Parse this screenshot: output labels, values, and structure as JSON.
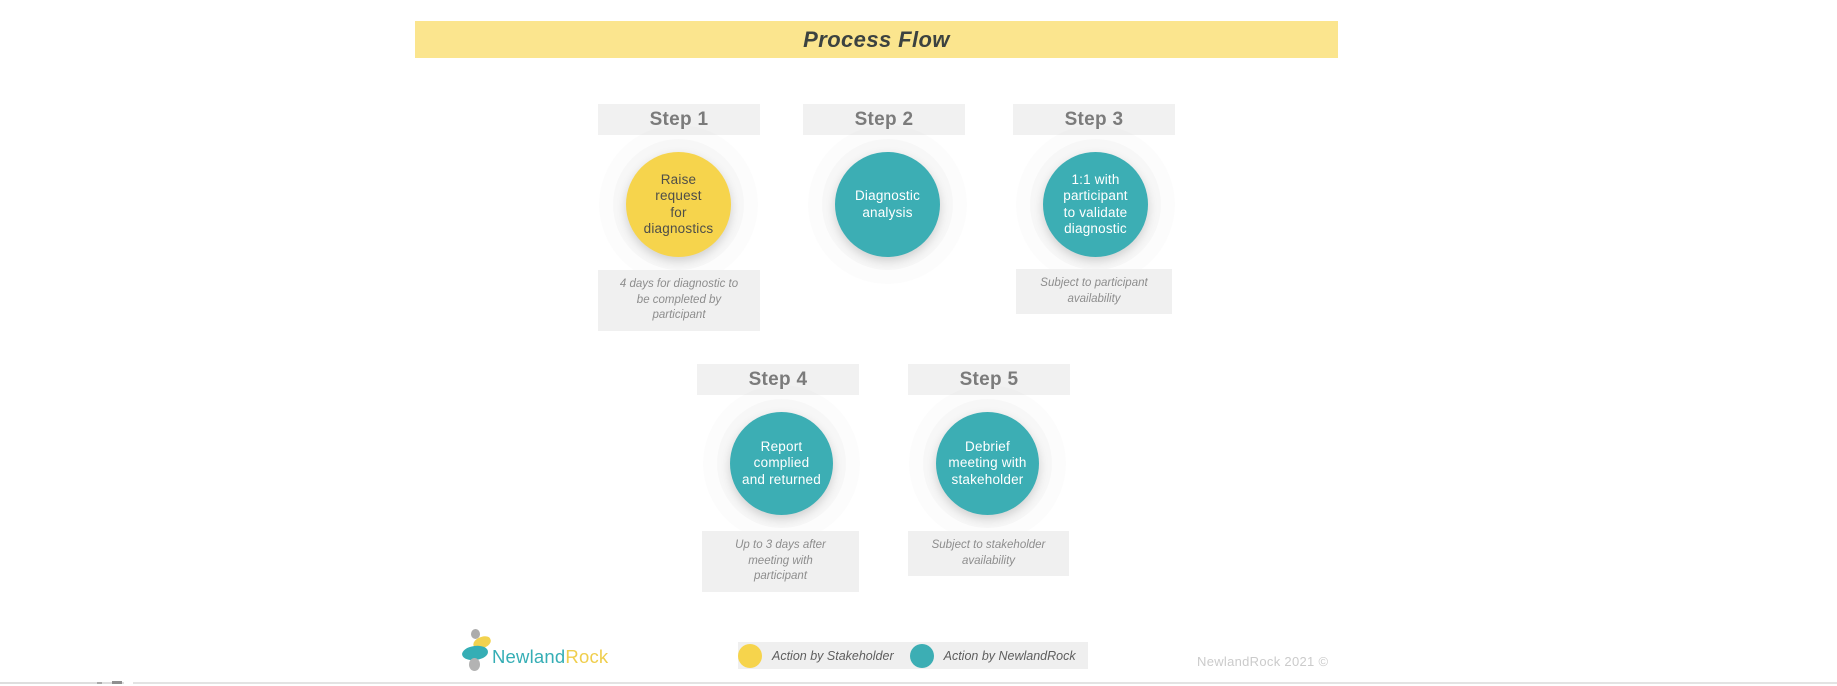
{
  "title_bar": {
    "title": "Process Flow"
  },
  "steps": [
    {
      "label": "Step 1",
      "circle_text": "Raise\nrequest\nfor\ndiagnostics",
      "actor": "stakeholder",
      "actor_color": "#f6d44c",
      "note": "4 days for diagnostic to\nbe completed by\nparticipant"
    },
    {
      "label": "Step 2",
      "circle_text": "Diagnostic\nanalysis",
      "actor": "newlandrock",
      "actor_color": "#3caeb4",
      "note": ""
    },
    {
      "label": "Step 3",
      "circle_text": "1:1 with\nparticipant\nto validate\ndiagnostic",
      "actor": "newlandrock",
      "actor_color": "#3caeb4",
      "note": "Subject to participant\navailability"
    },
    {
      "label": "Step 4",
      "circle_text": "Report\ncomplied\nand returned",
      "actor": "newlandrock",
      "actor_color": "#3caeb4",
      "note": "Up to 3 days after\nmeeting with\nparticipant"
    },
    {
      "label": "Step 5",
      "circle_text": "Debrief\nmeeting with\nstakeholder",
      "actor": "newlandrock",
      "actor_color": "#3caeb4",
      "note": "Subject to stakeholder\navailability"
    }
  ],
  "legend": {
    "items": [
      {
        "label": "Action by Stakeholder",
        "color": "#f6d44c"
      },
      {
        "label": "Action by NewlandRock",
        "color": "#3caeb4"
      }
    ]
  },
  "footer": {
    "logo_primary": "Newland",
    "logo_secondary": "Rock",
    "copyright": "NewlandRock 2021 ©"
  },
  "colors": {
    "title_bar_bg": "#fbe58e",
    "stakeholder_yellow": "#f6d44c",
    "newlandrock_teal": "#3caeb4",
    "header_bg": "#f1f1f1",
    "note_bg": "#f0f0f0"
  }
}
